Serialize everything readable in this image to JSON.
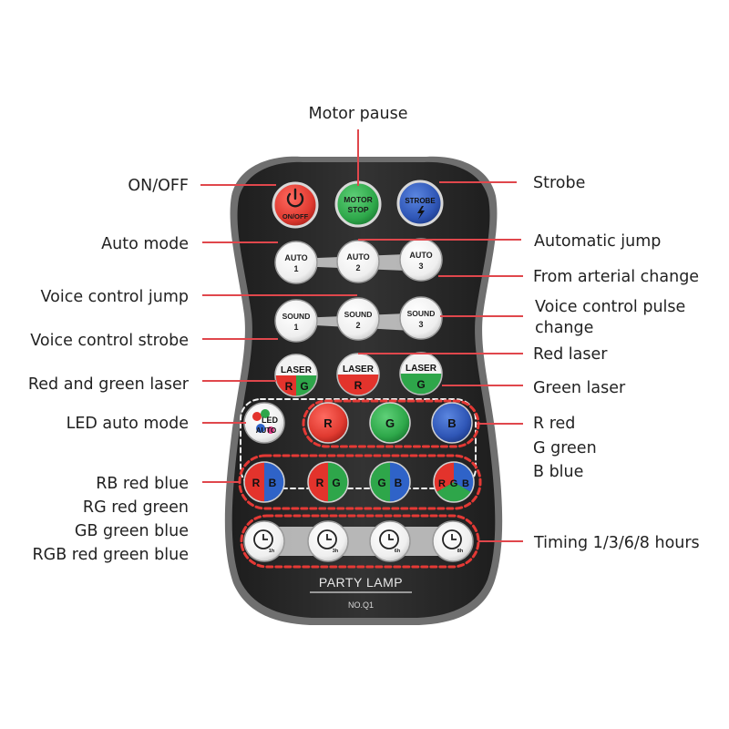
{
  "callouts": {
    "motor_pause": "Motor pause",
    "on_off": "ON/OFF",
    "strobe": "Strobe",
    "auto_mode": "Auto mode",
    "automatic_jump": "Automatic jump",
    "from_arterial_change": "From arterial change",
    "voice_control_jump": "Voice control jump",
    "voice_control_pulse_1": "Voice control pulse",
    "voice_control_pulse_2": "change",
    "voice_control_strobe": "Voice control strobe",
    "red_laser": "Red laser",
    "red_and_green_laser": "Red and green laser",
    "green_laser": "Green laser",
    "led_auto_mode": "LED auto mode",
    "r_red": "R red",
    "g_green": "G green",
    "b_blue": "B blue",
    "rb_red_blue": "RB red blue",
    "rg_red_green": "RG red green",
    "gb_green_blue": "GB green blue",
    "rgb_red_green_blue": "RGB red green blue",
    "timing": "Timing 1/3/6/8 hours"
  },
  "remote": {
    "power_label": "ON/OFF",
    "motor_line1": "MOTOR",
    "motor_line2": "STOP",
    "strobe_label": "STROBE",
    "auto_word": "AUTO",
    "sound_word": "SOUND",
    "num1": "1",
    "num2": "2",
    "num3": "3",
    "laser_word": "LASER",
    "r": "R",
    "g": "G",
    "b": "B",
    "led_word": "LED",
    "timer_1": "1h",
    "timer_3": "3h",
    "timer_6": "6h",
    "timer_8": "8h",
    "brand": "PARTY LAMP",
    "model": "NO.Q1"
  },
  "colors": {
    "callout_line": "#e0474c",
    "body": "#2b2b2b",
    "rim": "#7f7f7f",
    "power_red": "#e03a30",
    "motor_green": "#2ea84a",
    "strobe_blue": "#2f56b6",
    "red": "#e3332c",
    "green": "#2ea64a",
    "blue": "#2f63c8",
    "dashed": "#e53935"
  },
  "icons": [
    "power-icon",
    "lightning-icon",
    "clock-icon",
    "led-dots-icon"
  ]
}
